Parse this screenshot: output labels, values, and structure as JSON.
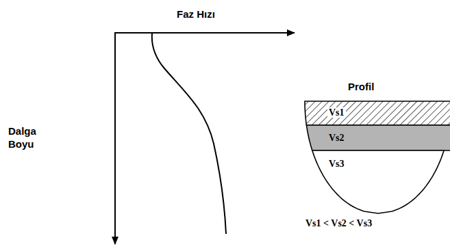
{
  "diagram": {
    "nodes": [
      {
        "text": [
          "Vs1"
        ]
      },
      {
        "text": [
          "Vs2"
        ]
      },
      {
        "text": [
          "Vs3"
        ]
      }
    ],
    "labels": [
      "Faz Hızı",
      "Dalga Boyu",
      "Profil",
      "Vs1 < Vs2 < Vs3"
    ]
  }
}
